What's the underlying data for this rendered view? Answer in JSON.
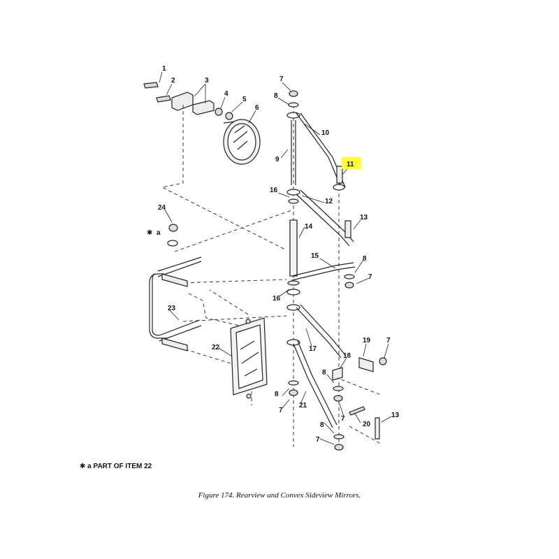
{
  "callouts": {
    "c1": "1",
    "c2": "2",
    "c3": "3",
    "c4": "4",
    "c5": "5",
    "c6": "6",
    "c7": "7",
    "c8": "8",
    "c9": "9",
    "c10": "10",
    "c11": "11",
    "c12": "12",
    "c13": "13",
    "c14": "14",
    "c15": "15",
    "c16": "16",
    "c17": "17",
    "c18": "18",
    "c19": "19",
    "c20": "20",
    "c21": "21",
    "c22": "22",
    "c23": "23",
    "c24": "24",
    "ca": "a",
    "star": "✱"
  },
  "highlight_color": "#ffff33",
  "highlighted_item": "11",
  "footnote": {
    "star": "✱",
    "text": "a  PART OF ITEM 22"
  },
  "caption": "Figure 174.  Rearview and Convex Sideview Mirrors."
}
